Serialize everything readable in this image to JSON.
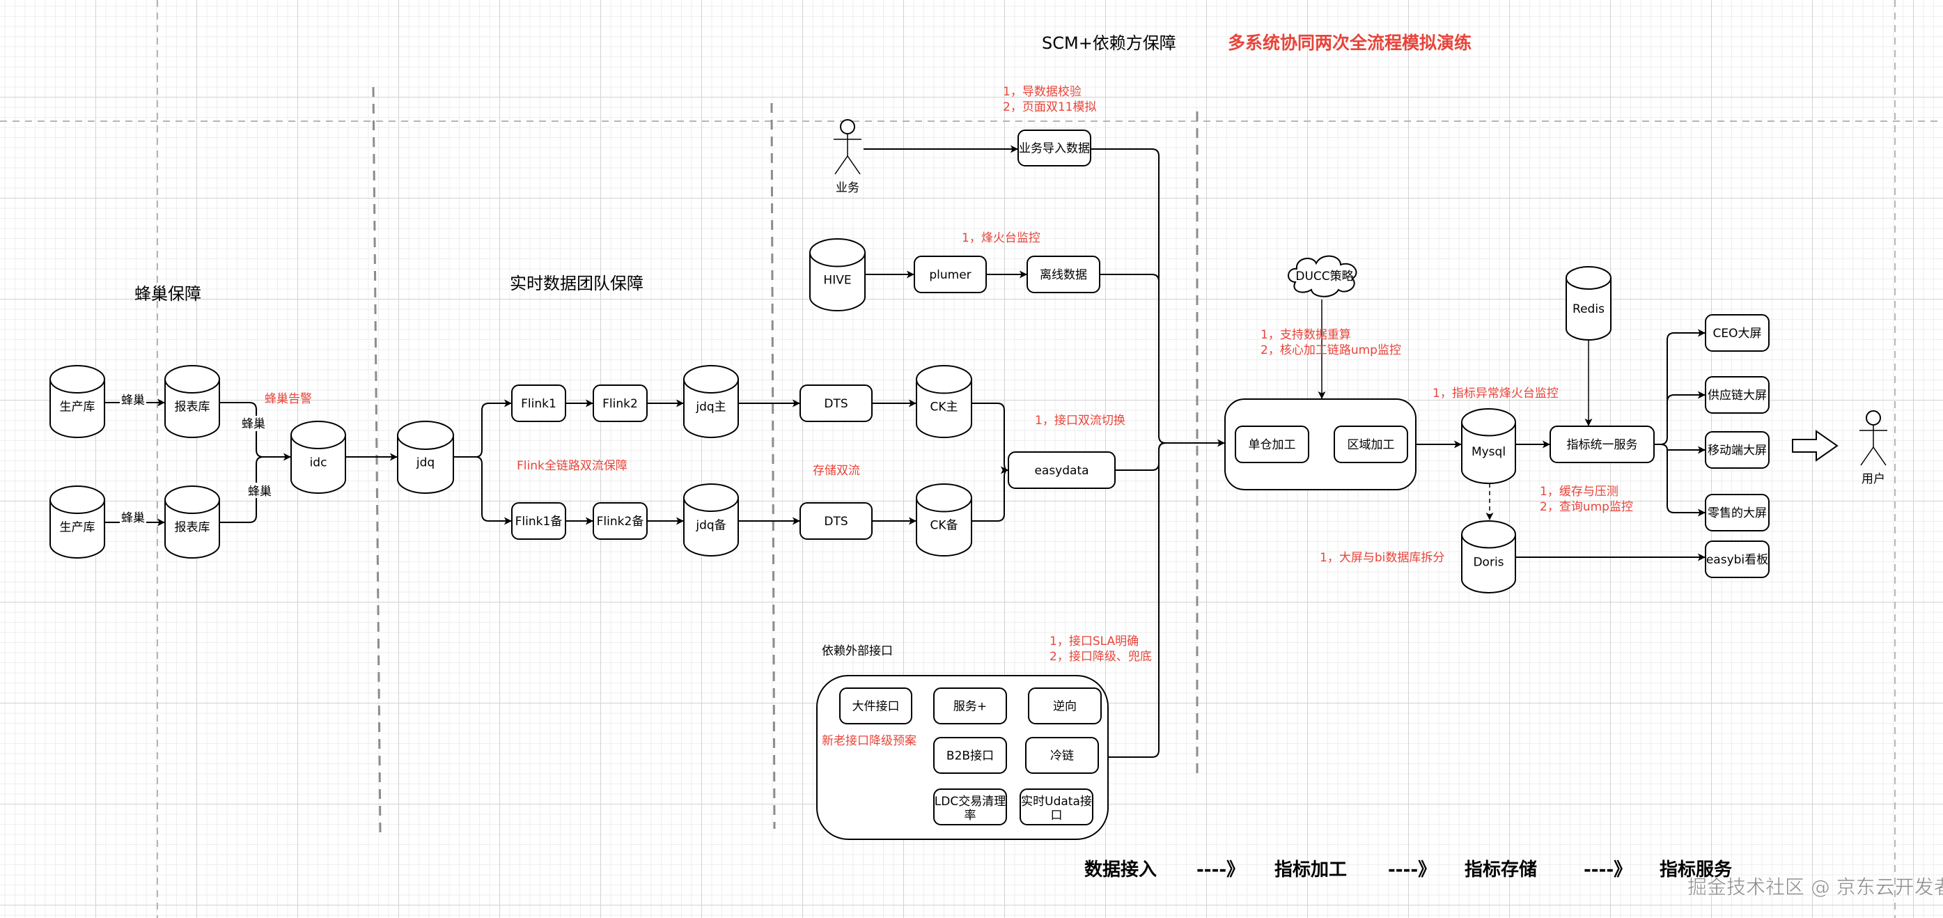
{
  "titles": {
    "fengchao": "蜂巢保障",
    "realtime": "实时数据团队保障",
    "scm": "SCM+依赖方保障",
    "drill": "多系统协同两次全流程模拟演练",
    "external": "依赖外部接口"
  },
  "nodes": {
    "prod_db_1": "生产库",
    "prod_db_2": "生产库",
    "report_db_1": "报表库",
    "report_db_2": "报表库",
    "idc": "idc",
    "jdq": "jdq",
    "flink1": "Flink1",
    "flink2": "Flink2",
    "flink1_bak": "Flink1备",
    "flink2_bak": "Flink2备",
    "jdq_main": "jdq主",
    "jdq_bak": "jdq备",
    "dts_1": "DTS",
    "dts_2": "DTS",
    "ck_main": "CK主",
    "ck_bak": "CK备",
    "easydata": "easydata",
    "business_actor": "业务",
    "business_import": "业务导入数据",
    "hive": "HIVE",
    "plumer": "plumer",
    "offline_data": "离线数据",
    "ducc": "DUCC策略",
    "single_wh": "单仓加工",
    "region": "区域加工",
    "mysql": "Mysql",
    "doris": "Doris",
    "redis": "Redis",
    "metric_service": "指标统一服务",
    "ceo_screen": "CEO大屏",
    "supply_screen": "供应链大屏",
    "mobile_screen": "移动端大屏",
    "retail_screen": "零售的大屏",
    "easybi": "easybi看板",
    "user_actor": "用户"
  },
  "external_interfaces": [
    "大件接口",
    "服务+",
    "逆向",
    "B2B接口",
    "冷链",
    "LDC交易清理率",
    "实时Udata接口"
  ],
  "edge_labels": {
    "fengchao_1": "蜂巢",
    "fengchao_2": "蜂巢",
    "fengchao_3": "蜂巢",
    "fengchao_4": "蜂巢"
  },
  "annotations": {
    "fengchao_alert": "蜂巢告警",
    "flink_dual": "Flink全链路双流保障",
    "storage_dual": "存储双流",
    "import_check": [
      "1，导数据校验",
      "2，页面双11模拟"
    ],
    "beacon_monitor": "1，烽火台监控",
    "api_switch": "1，接口双流切换",
    "recompute": [
      "1，支持数据重算",
      "2，核心加工链路ump监控"
    ],
    "metric_alarm": "1，指标异常烽火台监控",
    "cache": [
      "1，缓存与压测",
      "2，查询ump监控"
    ],
    "split_db": "1，大屏与bi数据库拆分",
    "sla": [
      "1，接口SLA明确",
      "2，接口降级、兜底"
    ],
    "degrade_plan": "新老接口降级预案"
  },
  "flow_steps": [
    "数据接入",
    "----》",
    "指标加工",
    "----》",
    "指标存储",
    "----》",
    "指标服务"
  ],
  "watermark": "掘金技术社区 @ 京东云开发者",
  "colors": {
    "accent_red": "#e8443a",
    "stroke": "#000000",
    "grid": "#d2d2d2"
  }
}
